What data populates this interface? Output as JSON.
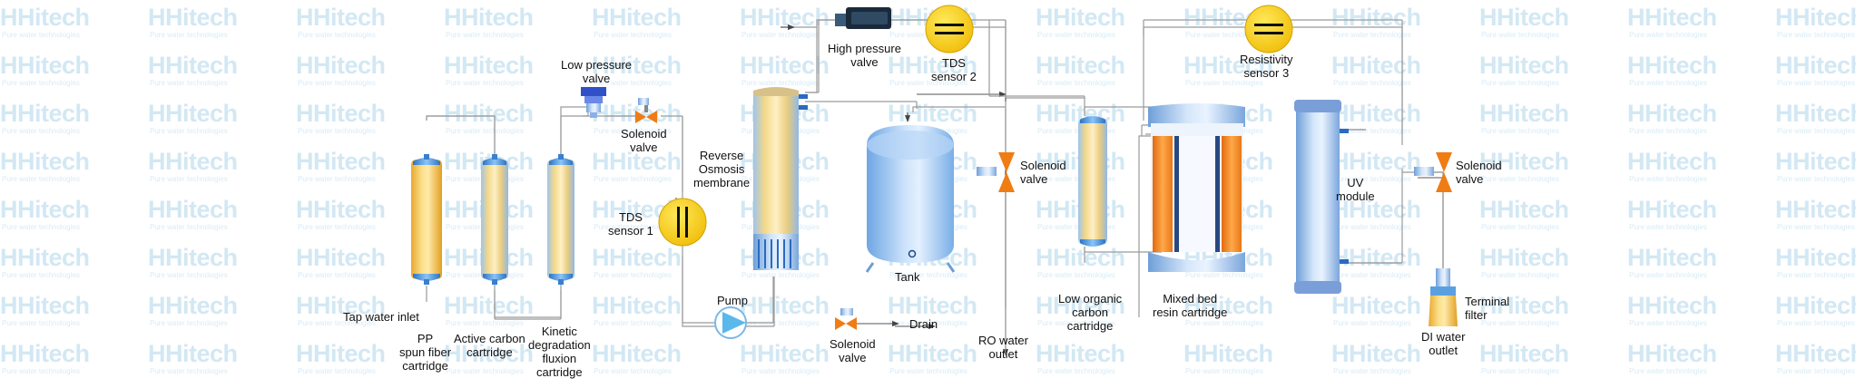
{
  "watermark": {
    "brand": "HHitech",
    "tagline": "Pure water technologies"
  },
  "labels": {
    "tap_water_inlet": "Tap water inlet",
    "pp_cartridge": [
      "PP",
      "spun fiber",
      "cartridge"
    ],
    "active_carbon": [
      "Active carbon",
      "cartridge"
    ],
    "kinetic": [
      "Kinetic",
      "degradation",
      "fluxion",
      "cartridge"
    ],
    "low_pressure_valve": [
      "Low pressure",
      "valve"
    ],
    "solenoid_valve_1": [
      "Solenoid",
      "valve"
    ],
    "tds_sensor_1": [
      "TDS",
      "sensor 1"
    ],
    "ro_membrane": [
      "Reverse",
      "Osmosis",
      "membrane"
    ],
    "pump": "Pump",
    "solenoid_valve_drain": [
      "Solenoid",
      "valve"
    ],
    "drain": "Drain",
    "high_pressure_valve": [
      "High pressure",
      "valve"
    ],
    "tds_sensor_2": [
      "TDS",
      "sensor 2"
    ],
    "tank": "Tank",
    "solenoid_valve_2": [
      "Solenoid",
      "valve"
    ],
    "ro_water_outlet": [
      "RO water",
      "outlet"
    ],
    "low_organic": [
      "Low organic",
      "carbon",
      "cartridge"
    ],
    "mixed_bed": [
      "Mixed bed",
      "resin cartridge"
    ],
    "resistivity_sensor": [
      "Resistivity",
      "sensor 3"
    ],
    "uv_module": [
      "UV",
      "module"
    ],
    "solenoid_valve_3": [
      "Solenoid",
      "valve"
    ],
    "terminal_filter": [
      "Terminal",
      "filter"
    ],
    "di_water_outlet": [
      "DI water",
      "outlet"
    ]
  },
  "colors": {
    "line": "#9a9a9a",
    "valve_orange": "#f07c14",
    "sensor_yellow": "#f8d21c",
    "cartridge_gold": "#f0c84a",
    "cartridge_blue": "#9ec4ec",
    "pump_blue": "#5ab8ea",
    "orange_resin": "#f08a1e",
    "watermark": "#d2e8f4"
  }
}
